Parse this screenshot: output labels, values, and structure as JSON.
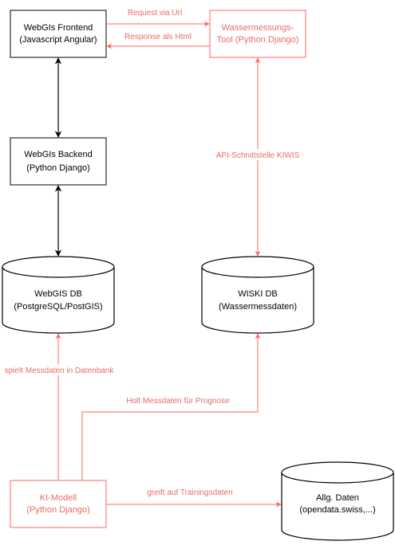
{
  "colors": {
    "black": "#000000",
    "red": "#ff6666",
    "red_text": "#ea6b66",
    "background": "#ffffff"
  },
  "nodes": {
    "frontend": {
      "line1": "WebGIs Frontend",
      "line2": "(Javascript Angular)"
    },
    "tool": {
      "line1": "Wassermessungs-",
      "line2": "Tool (Python Django)"
    },
    "backend": {
      "line1": "WebGIs Backend",
      "line2": "(Python Django)"
    },
    "webgis_db": {
      "line1": "WebGIS DB",
      "line2": "(PostgreSQL/PostGIS)"
    },
    "wiski_db": {
      "line1": "WISKI DB",
      "line2": "(Wassermessdaten)"
    },
    "ki_modell": {
      "line1": "KI-Modell",
      "line2": "(Python Django)"
    },
    "allg_daten": {
      "line1": "Allg. Daten",
      "line2": "(opendata.swiss,...)"
    }
  },
  "edges": {
    "request": "Request via Url",
    "response": "Response als Html",
    "api": "API-Schnittstelle KIWIS",
    "spielt": "spielt Messdaten in Datenbank",
    "holt": "Holt Messdaten für Prognose",
    "greift": "greift auf Trainingsdaten"
  }
}
